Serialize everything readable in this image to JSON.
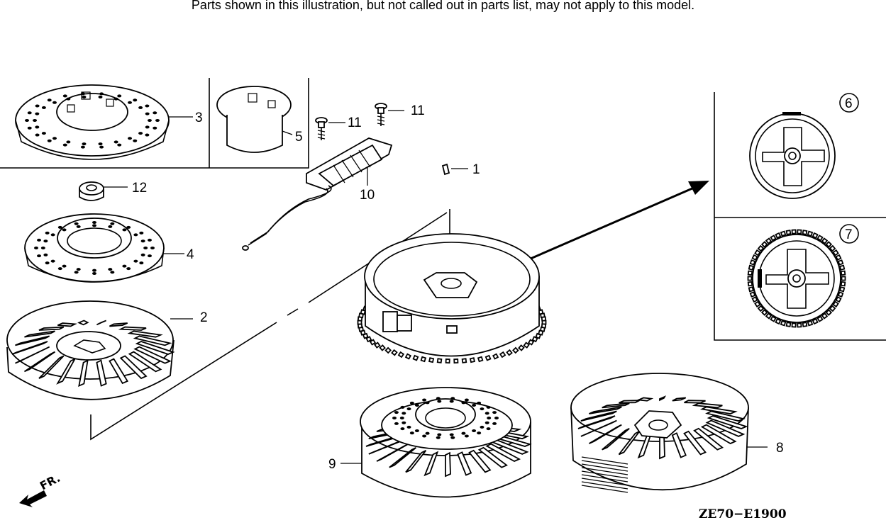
{
  "notice": "Parts shown in this illustration, but not called out in parts list, may not apply to this model.",
  "diagram_code": "ZE70−E1900",
  "direction_label": "FR.",
  "callouts": {
    "p1": "1",
    "p2": "2",
    "p3": "3",
    "p4": "4",
    "p5": "5",
    "p6": "6",
    "p7": "7",
    "p8": "8",
    "p9": "9",
    "p10": "10",
    "p11a": "11",
    "p11b": "11",
    "p12": "12"
  }
}
